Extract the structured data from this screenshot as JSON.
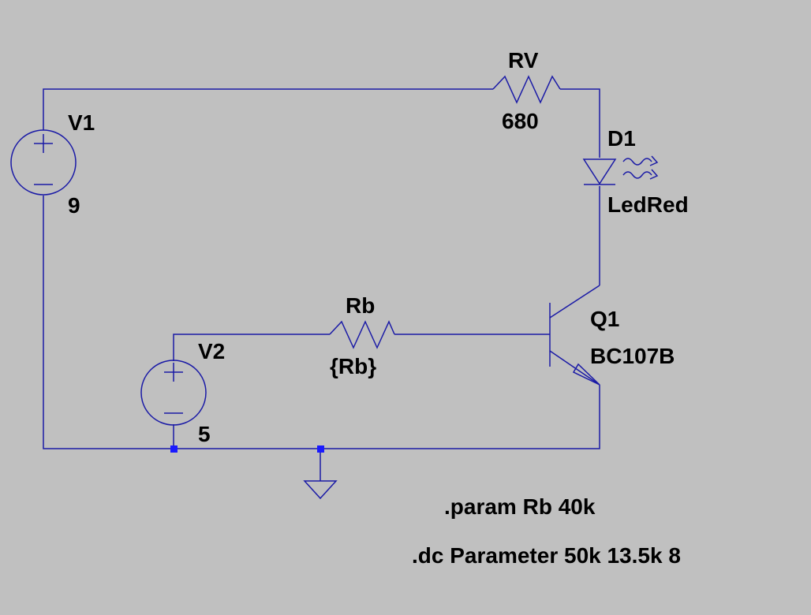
{
  "components": {
    "v1": {
      "ref": "V1",
      "value": "9"
    },
    "v2": {
      "ref": "V2",
      "value": "5"
    },
    "rv": {
      "ref": "RV",
      "value": "680"
    },
    "d1": {
      "ref": "D1",
      "value": "LedRed"
    },
    "rb": {
      "ref": "Rb",
      "value": "{Rb}"
    },
    "q1": {
      "ref": "Q1",
      "value": "BC107B"
    }
  },
  "directives": {
    "param": ".param Rb 40k",
    "dc": ".dc Parameter 50k 13.5k 8"
  },
  "colors": {
    "background": "#c0c0c0",
    "wire": "#1a1aa6",
    "junction": "#1a1aff",
    "text": "#000000"
  },
  "icons": {
    "ground": "ground-symbol",
    "voltage_source": "voltage-source-symbol",
    "resistor": "resistor-zigzag-symbol",
    "led": "led-symbol",
    "npn": "npn-transistor-symbol"
  }
}
